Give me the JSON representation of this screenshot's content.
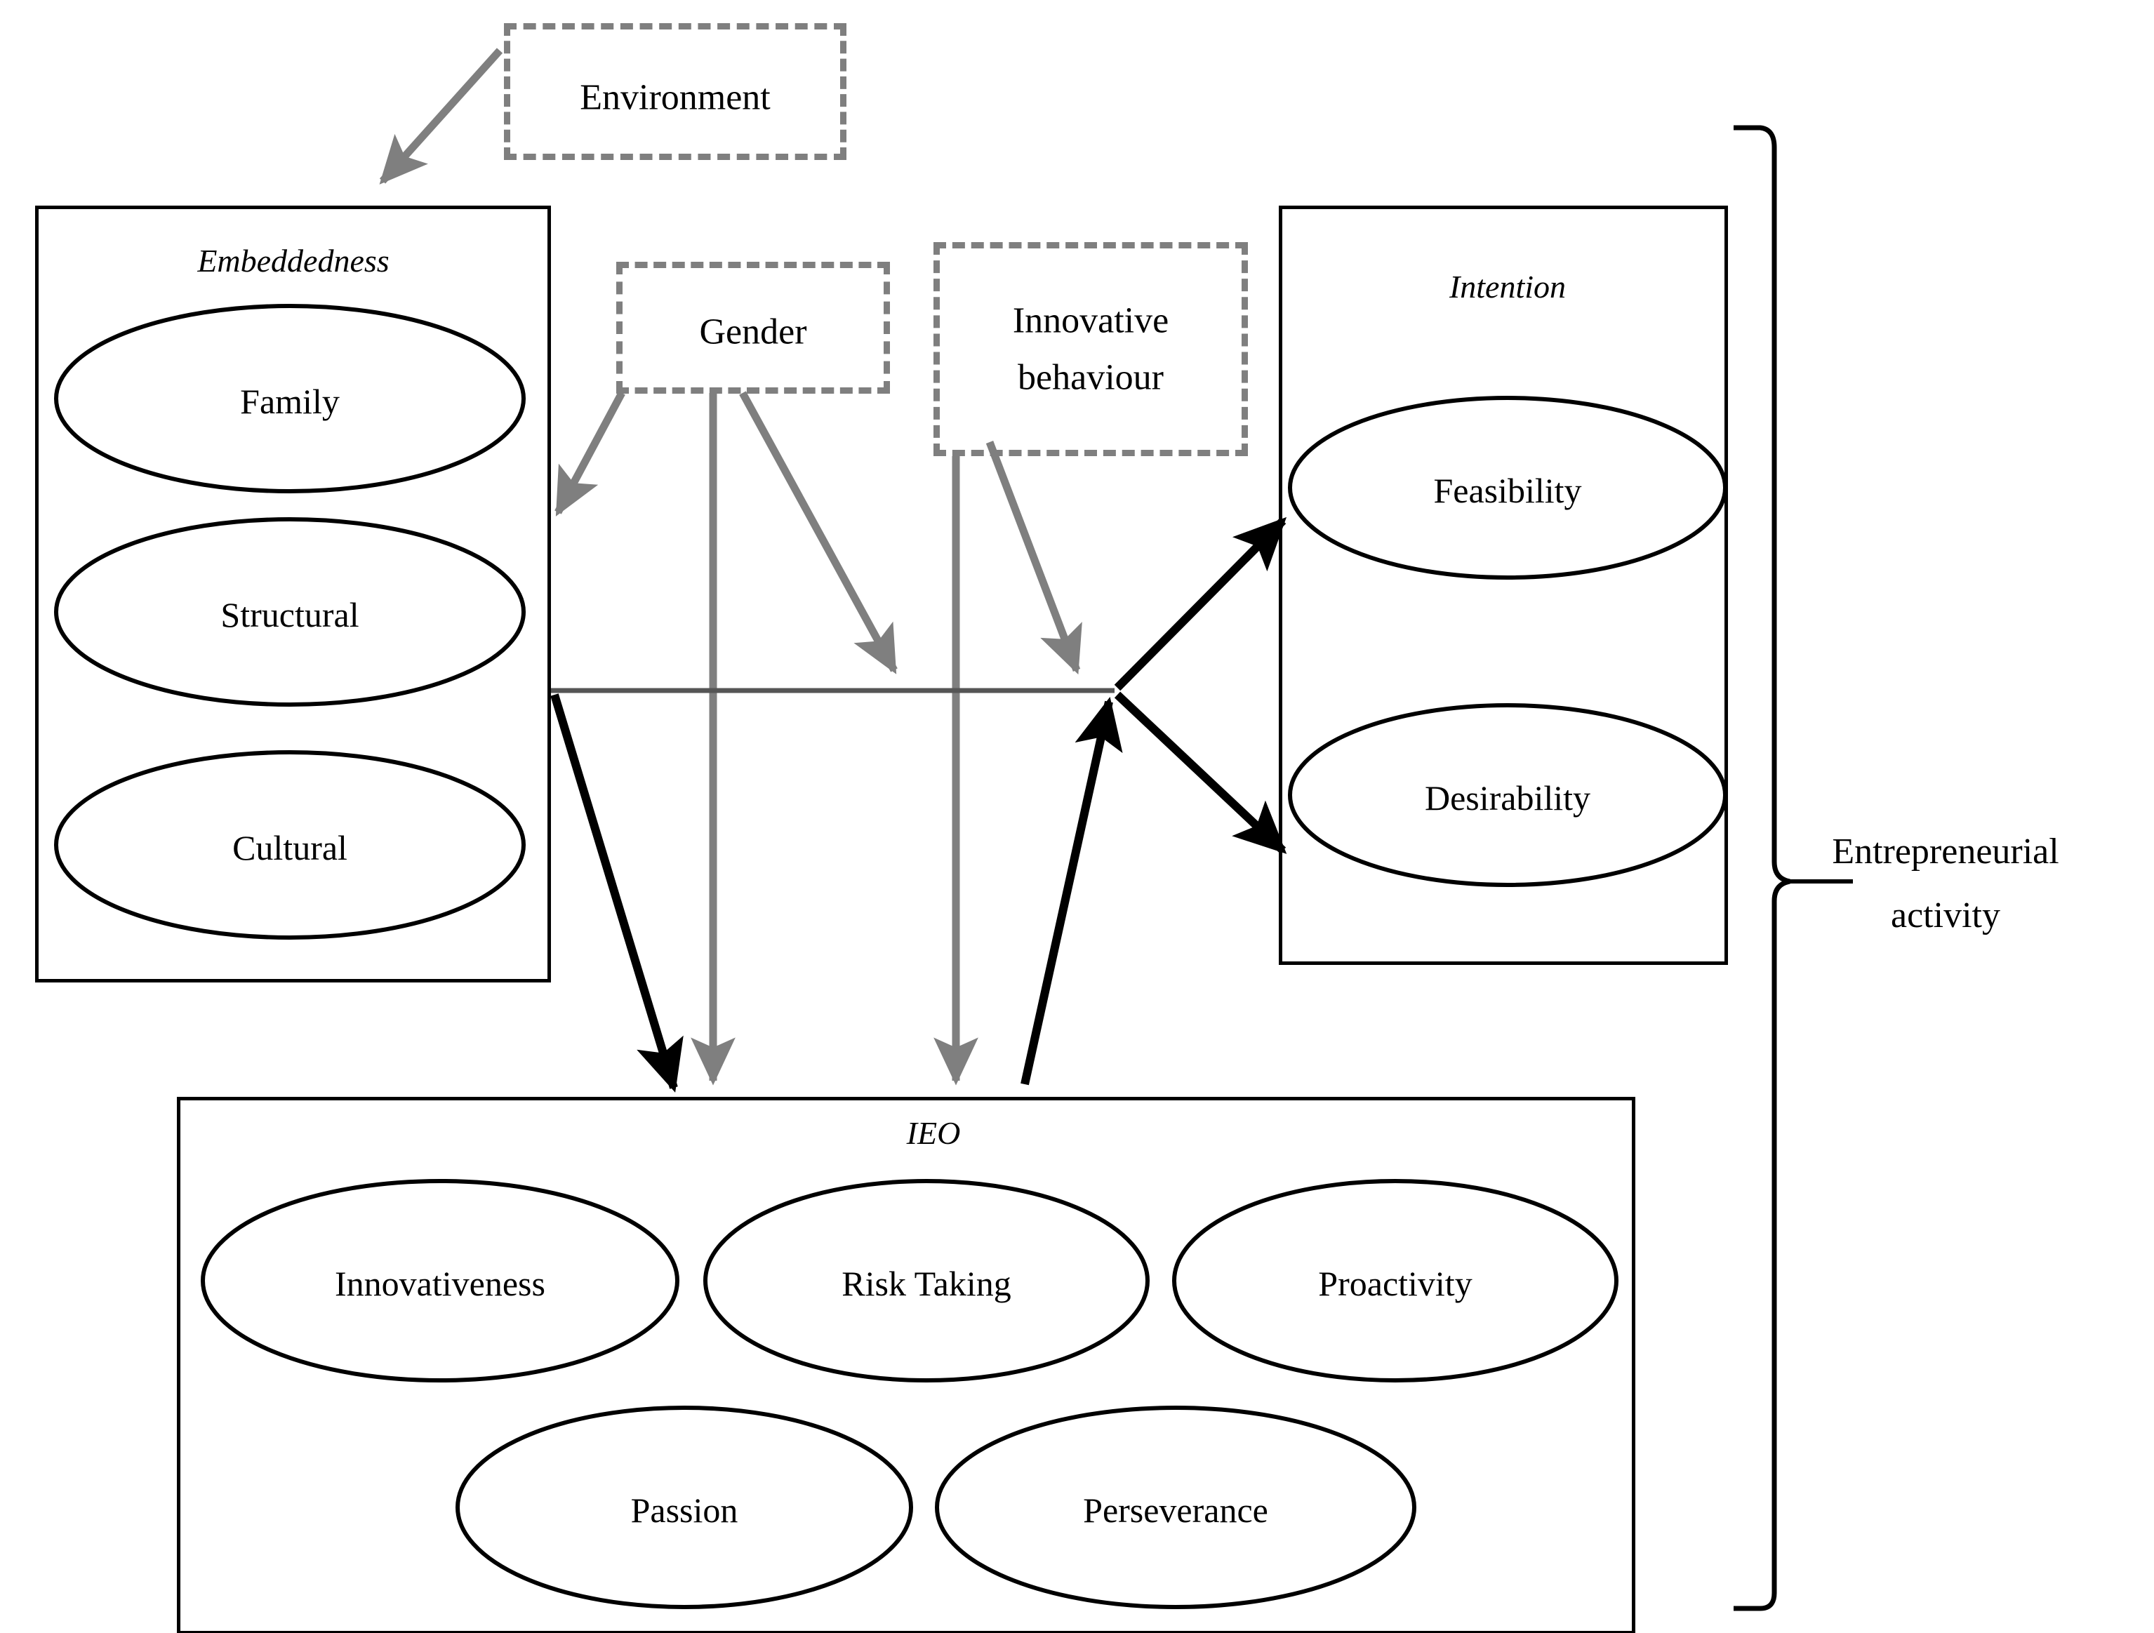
{
  "figure": {
    "type": "conceptual-framework-diagram",
    "background_color": "#ffffff",
    "solid_stroke_color": "#000000",
    "dashed_stroke_color": "#7f7f7f"
  },
  "moderators": [
    {
      "id": "environment",
      "label": "Environment"
    },
    {
      "id": "gender",
      "label": "Gender"
    },
    {
      "id": "innovative_behaviour",
      "label": "Innovative\nbehaviour",
      "line1": "Innovative",
      "line2": "behaviour"
    }
  ],
  "constructs": {
    "embeddedness": {
      "title": "Embeddedness",
      "items": [
        {
          "label": "Family"
        },
        {
          "label": "Structural"
        },
        {
          "label": "Cultural"
        }
      ]
    },
    "intention": {
      "title": "Intention",
      "items": [
        {
          "label": "Feasibility"
        },
        {
          "label": "Desirability"
        }
      ]
    },
    "ieo": {
      "title": "IEO",
      "items": [
        {
          "label": "Innovativeness"
        },
        {
          "label": "Risk Taking"
        },
        {
          "label": "Proactivity"
        },
        {
          "label": "Passion"
        },
        {
          "label": "Perseverance"
        }
      ]
    }
  },
  "outcome": {
    "label": "Entrepreneurial activity",
    "line1": "Entrepreneurial",
    "line2": "activity"
  }
}
